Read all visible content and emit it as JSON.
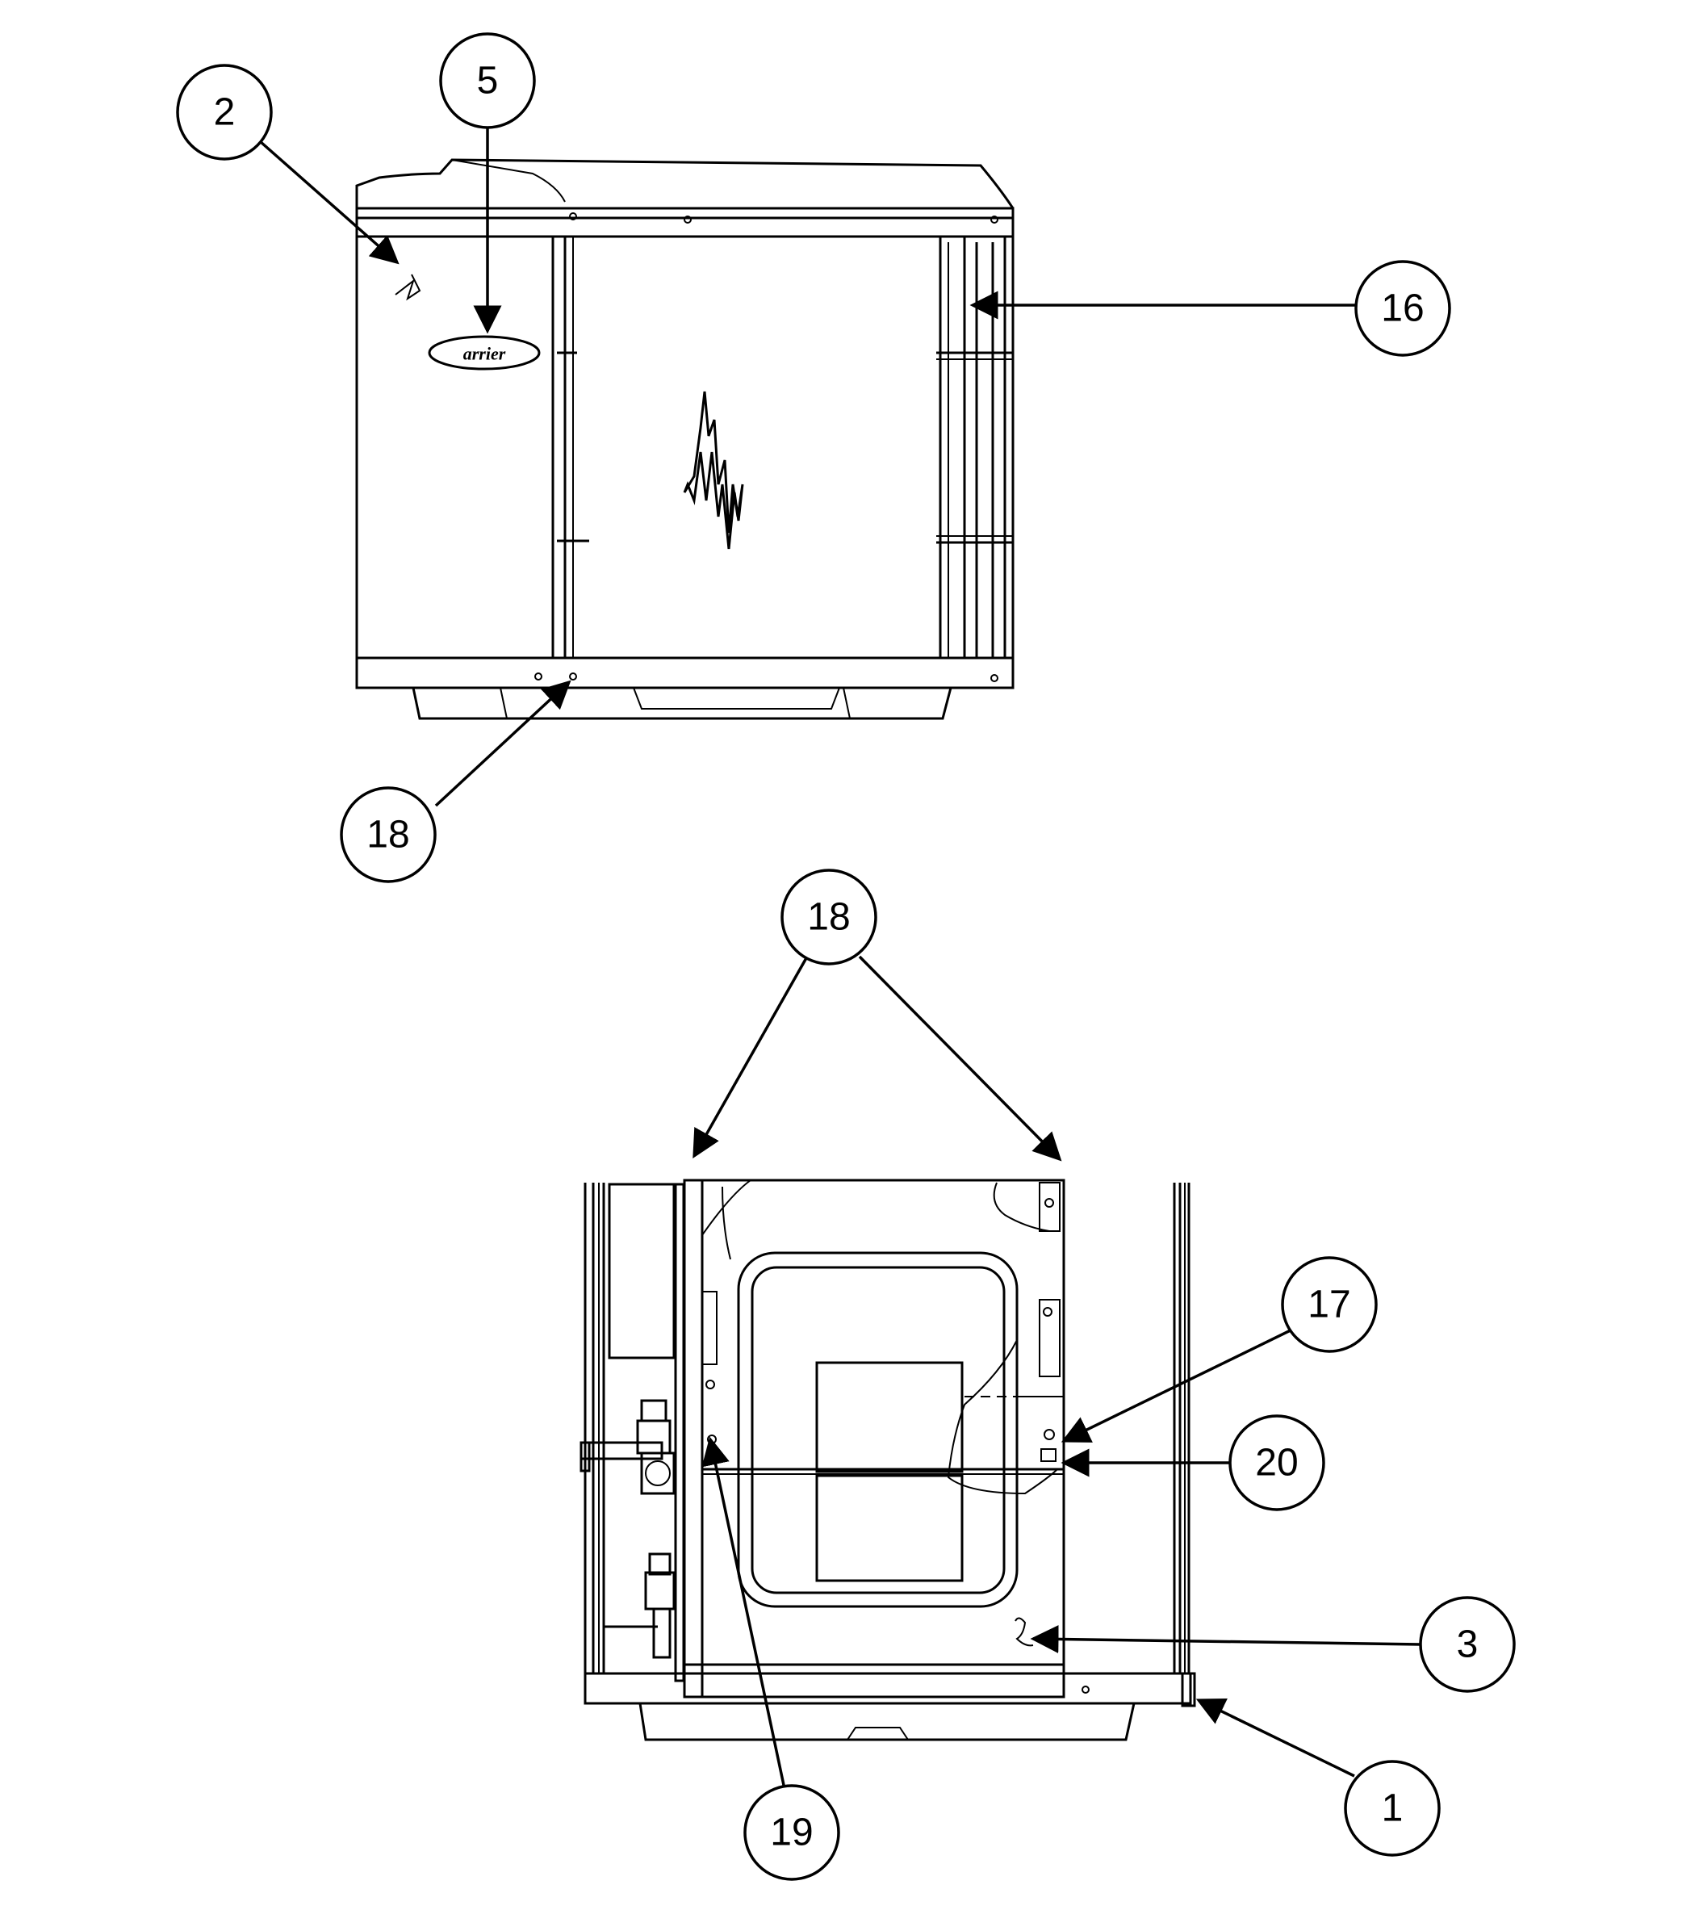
{
  "callouts": {
    "c1": "1",
    "c2": "2",
    "c3": "3",
    "c5": "5",
    "c16": "16",
    "c17": "17",
    "c18_top": "18",
    "c18_bottom": "18",
    "c19": "19",
    "c20": "20"
  },
  "logo": {
    "text": "arrier"
  }
}
